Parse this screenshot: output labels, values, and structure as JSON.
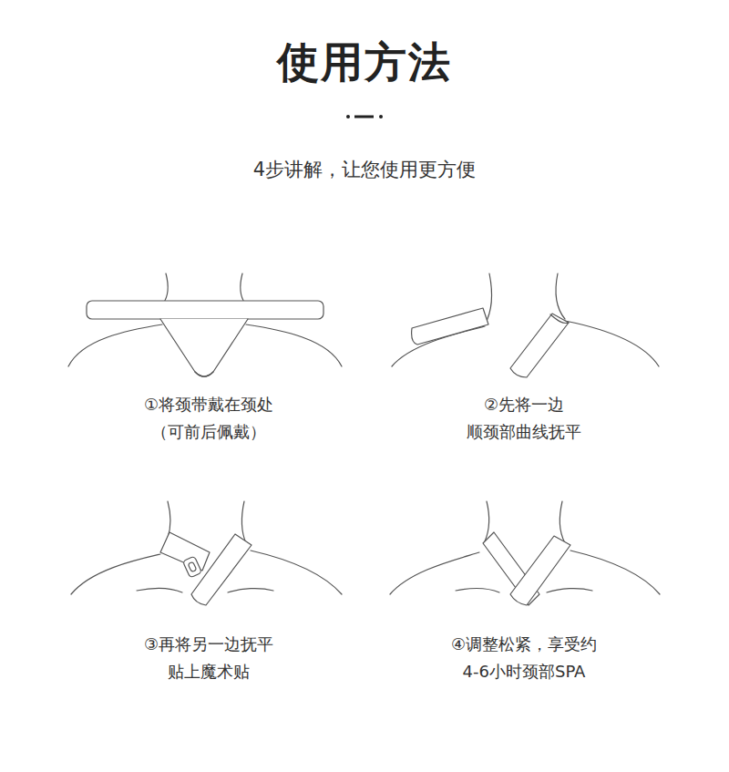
{
  "diagram": {
    "title": "使用方法",
    "labels": [
      "4步讲解，让您使用更方便",
      "①将颈带戴在颈处",
      "（可前后佩戴）",
      "②先将一边",
      "顺颈部曲线抚平",
      "③再将另一边抚平",
      "贴上魔术贴",
      "④调整松紧，享受约",
      "4-6小时颈部SPA"
    ]
  }
}
